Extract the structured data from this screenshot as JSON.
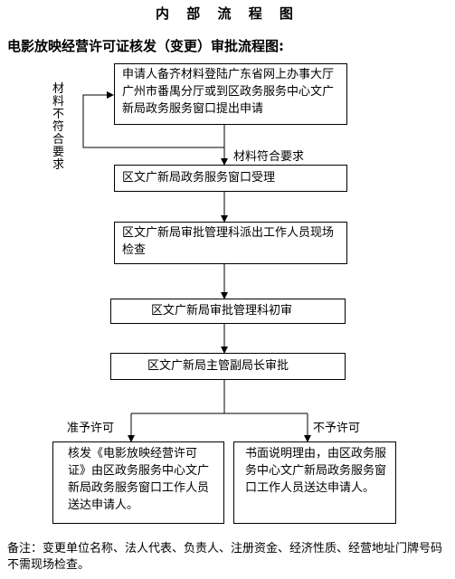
{
  "title": "内 部 流 程 图",
  "subtitle": "电影放映经营许可证核发（变更）审批流程图:",
  "steps": {
    "apply": "申请人备齐材料登陆广东省网上办事大厅广州市番禺分厅或到区政务服务中心文广新局政务服务窗口提出申请",
    "accept": "区文广新局政务服务窗口受理",
    "inspect": "区文广新局审批管理科派出工作人员现场检查",
    "review": "区文广新局审批管理科初审",
    "approve": "区文广新局主管副局长审批",
    "grant": "核发《电影放映经营许可证》由区政务服务中心文广新局政务服务窗口工作人员送达申请人。",
    "deny": "书面说明理由，由区政务服务中心文广新局政务服务窗口工作人员送达申请人。"
  },
  "labels": {
    "incomplete": "材料不符合要求",
    "complete": "材料符合要求",
    "permit": "准予许可",
    "no_permit": "不予许可"
  },
  "note": "备注：变更单位名称、法人代表、负责人、注册资金、经济性质、经营地址门牌号码不需现场检查。"
}
